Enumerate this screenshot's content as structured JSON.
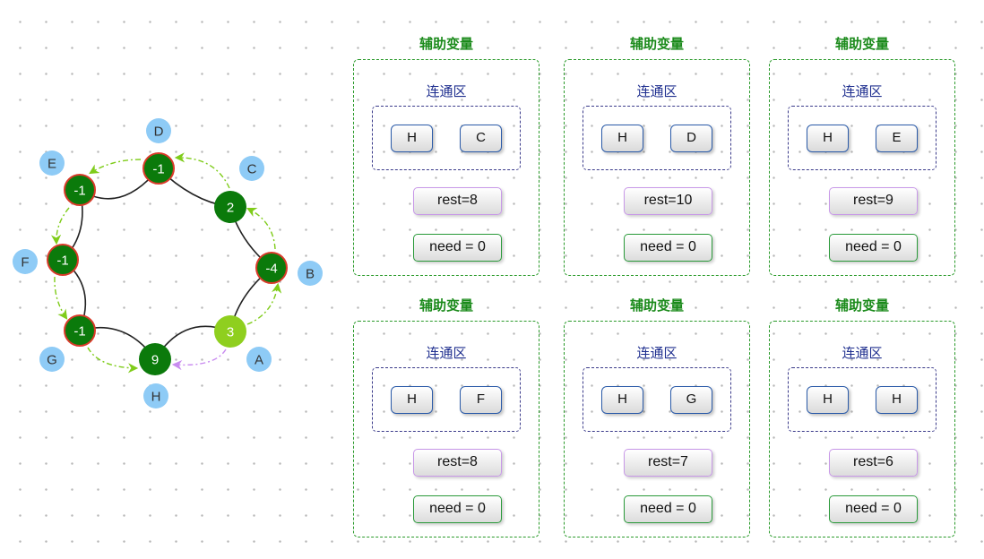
{
  "graph": {
    "nodes": [
      {
        "id": "A",
        "value": "3",
        "color": "#8fcf1f",
        "ring": false
      },
      {
        "id": "B",
        "value": "-4",
        "color": "#0b7a0b",
        "ring": true
      },
      {
        "id": "C",
        "value": "2",
        "color": "#0b7a0b",
        "ring": false
      },
      {
        "id": "D",
        "value": "-1",
        "color": "#0b7a0b",
        "ring": true
      },
      {
        "id": "E",
        "value": "-1",
        "color": "#0b7a0b",
        "ring": true
      },
      {
        "id": "F",
        "value": "-1",
        "color": "#0b7a0b",
        "ring": true
      },
      {
        "id": "G",
        "value": "-1",
        "color": "#0b7a0b",
        "ring": true
      },
      {
        "id": "H",
        "value": "9",
        "color": "#0b7a0b",
        "ring": false
      }
    ],
    "colors": {
      "label_bubble": "#8ecbf6",
      "ring": "#d93a2a",
      "green_arrow": "#7fcc1a",
      "purple_arrow": "#c98cf0",
      "edge": "#222222"
    }
  },
  "panels": [
    {
      "title": "辅助变量",
      "conn_label": "连通区",
      "chips": [
        "H",
        "C"
      ],
      "rest": "rest=8",
      "need": "need = 0"
    },
    {
      "title": "辅助变量",
      "conn_label": "连通区",
      "chips": [
        "H",
        "D"
      ],
      "rest": "rest=10",
      "need": "need = 0"
    },
    {
      "title": "辅助变量",
      "conn_label": "连通区",
      "chips": [
        "H",
        "E"
      ],
      "rest": "rest=9",
      "need": "need = 0"
    },
    {
      "title": "辅助变量",
      "conn_label": "连通区",
      "chips": [
        "H",
        "F"
      ],
      "rest": "rest=8",
      "need": "need = 0"
    },
    {
      "title": "辅助变量",
      "conn_label": "连通区",
      "chips": [
        "H",
        "G"
      ],
      "rest": "rest=7",
      "need": "need = 0"
    },
    {
      "title": "辅助变量",
      "conn_label": "连通区",
      "chips": [
        "H",
        "H"
      ],
      "rest": "rest=6",
      "need": "need = 0"
    }
  ]
}
